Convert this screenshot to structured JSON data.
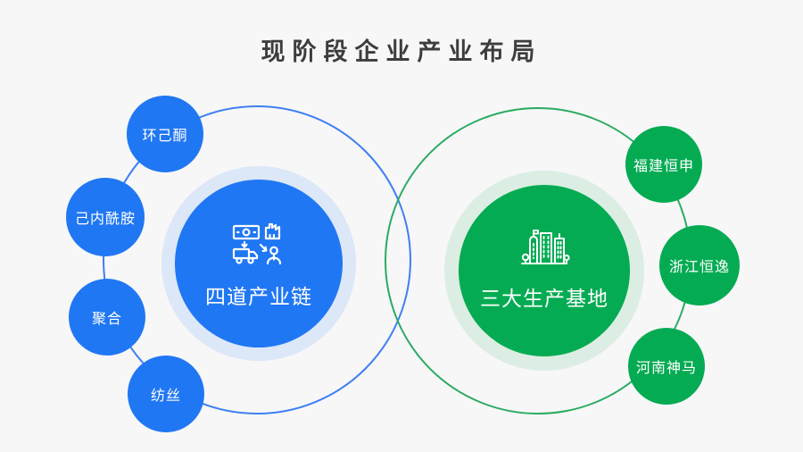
{
  "title": "现阶段企业产业布局",
  "colors": {
    "background": "#f7f7f8",
    "title_text": "#3d3d3d",
    "blue_fill": "#2077f3",
    "blue_ring": "#3e7ff2",
    "blue_halo": "#dce7f8",
    "green_fill": "#04ab52",
    "green_ring": "#2bab60",
    "green_halo": "#dceee3",
    "label_text": "#ffffff"
  },
  "left_cluster": {
    "center_label": "四道产业链",
    "icon": "industry-chain-icon",
    "satellites": [
      {
        "label": "环己酮"
      },
      {
        "label": "己内酰胺"
      },
      {
        "label": "聚合"
      },
      {
        "label": "纺丝"
      }
    ]
  },
  "right_cluster": {
    "center_label": "三大生产基地",
    "icon": "city-buildings-icon",
    "satellites": [
      {
        "label": "福建恒申"
      },
      {
        "label": "浙江恒逸"
      },
      {
        "label": "河南神马"
      }
    ]
  }
}
